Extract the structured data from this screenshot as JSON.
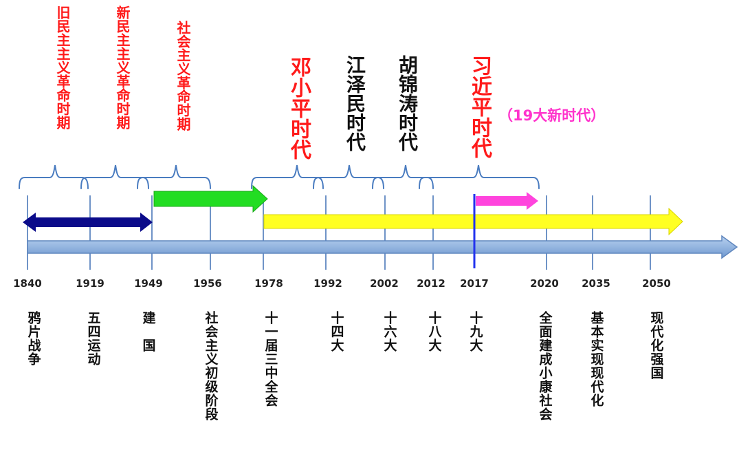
{
  "periods": {
    "old_democratic": "旧民主主义革命时期",
    "new_democratic": "新民主主义革命时期",
    "socialist": "社会主义革命时期"
  },
  "eras": {
    "deng": "邓小平时代",
    "jiang": "江泽民时代",
    "hu": "胡锦涛时代",
    "xi": "习近平时代",
    "xi_sub": "（19大新时代）"
  },
  "timeline": [
    {
      "year": "1840",
      "event": "鸦片战争"
    },
    {
      "year": "1919",
      "event": "五四运动"
    },
    {
      "year": "1949",
      "event": "建　国"
    },
    {
      "year": "1956",
      "event": "社会主义初级阶段"
    },
    {
      "year": "1978",
      "event": "十一届三中全会"
    },
    {
      "year": "1992",
      "event": "十四大"
    },
    {
      "year": "2002",
      "event": "十六大"
    },
    {
      "year": "2012",
      "event": "十八大"
    },
    {
      "year": "2017",
      "event": "十九大"
    },
    {
      "year": "2020",
      "event": "全面建成小康社会"
    },
    {
      "year": "2035",
      "event": "基本实现现代化"
    },
    {
      "year": "2050",
      "event": "现代化强国"
    }
  ],
  "colors": {
    "axis": "#8eb4e3",
    "navy": "#0b0b8a",
    "green": "#22dd22",
    "yellow": "#ffff22",
    "magenta": "#ff44dd",
    "bracket": "#4a7cc0",
    "red_text": "#ff1a1a"
  }
}
